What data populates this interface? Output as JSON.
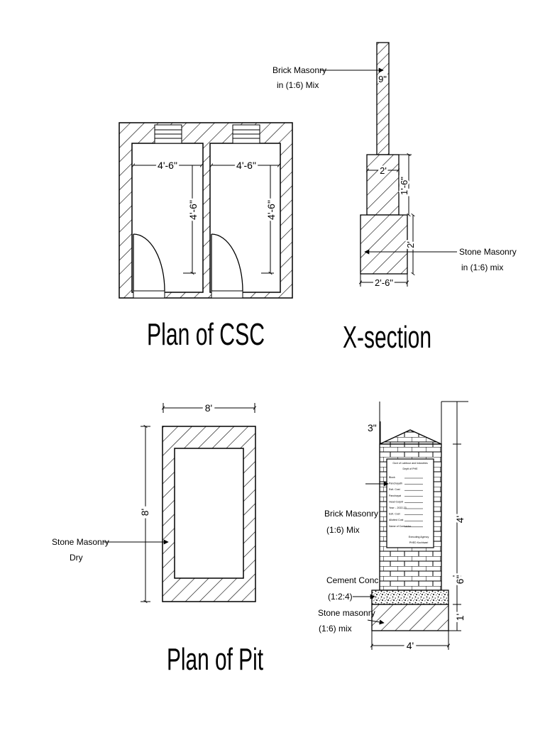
{
  "titles": {
    "plan_csc": "Plan of CSC",
    "x_section": "X-section",
    "plan_pit": "Plan of Pit"
  },
  "plan_csc": {
    "dim_width_left": "4'-6\"",
    "dim_width_right": "4'-6\"",
    "dim_depth_left": "4'-6\"",
    "dim_depth_right": "4'-6\""
  },
  "x_section": {
    "callout_brick_line1": "Brick Masonry",
    "callout_brick_line2": "in (1:6) Mix",
    "callout_stone_line1": "Stone Masonry",
    "callout_stone_line2": "in (1:6) mix",
    "dim_top_wall": "9\"",
    "dim_middle_width": "2'",
    "dim_middle_height": "1'-6\"",
    "dim_base_height": "2'",
    "dim_base_width": "2'-6\""
  },
  "plan_pit": {
    "dim_width": "8'",
    "dim_height": "8'",
    "callout_stone_line1": "Stone Masonry",
    "callout_stone_line2": "Dry"
  },
  "board": {
    "dim_top": "3\"",
    "dim_height_main": "4'",
    "dim_height_plinth": "6\"",
    "dim_height_base": "1'",
    "dim_width": "4'",
    "callout_brick_line1": "Brick Masonry",
    "callout_brick_line2": "(1:6) Mix",
    "callout_cement_line1": "Cement Conc",
    "callout_cement_line2": "(1:2:4)",
    "callout_stone_line1": "Stone masonry",
    "callout_stone_line2": "(1:6) mix",
    "panel_heading1": "Govt of Labbour and Industries",
    "panel_heading2": "Deptt of PHE",
    "panel_fields": [
      "Block",
      "Panchayath",
      "Estt. Cost",
      "Panchayat",
      "Head Culprit",
      "Year :- 2022-23",
      "Estt. Cost",
      "Allotted Cost",
      "Name of Contractor"
    ],
    "panel_footer1": "Executing Agency",
    "panel_footer2": "PHED Kochiwari"
  }
}
